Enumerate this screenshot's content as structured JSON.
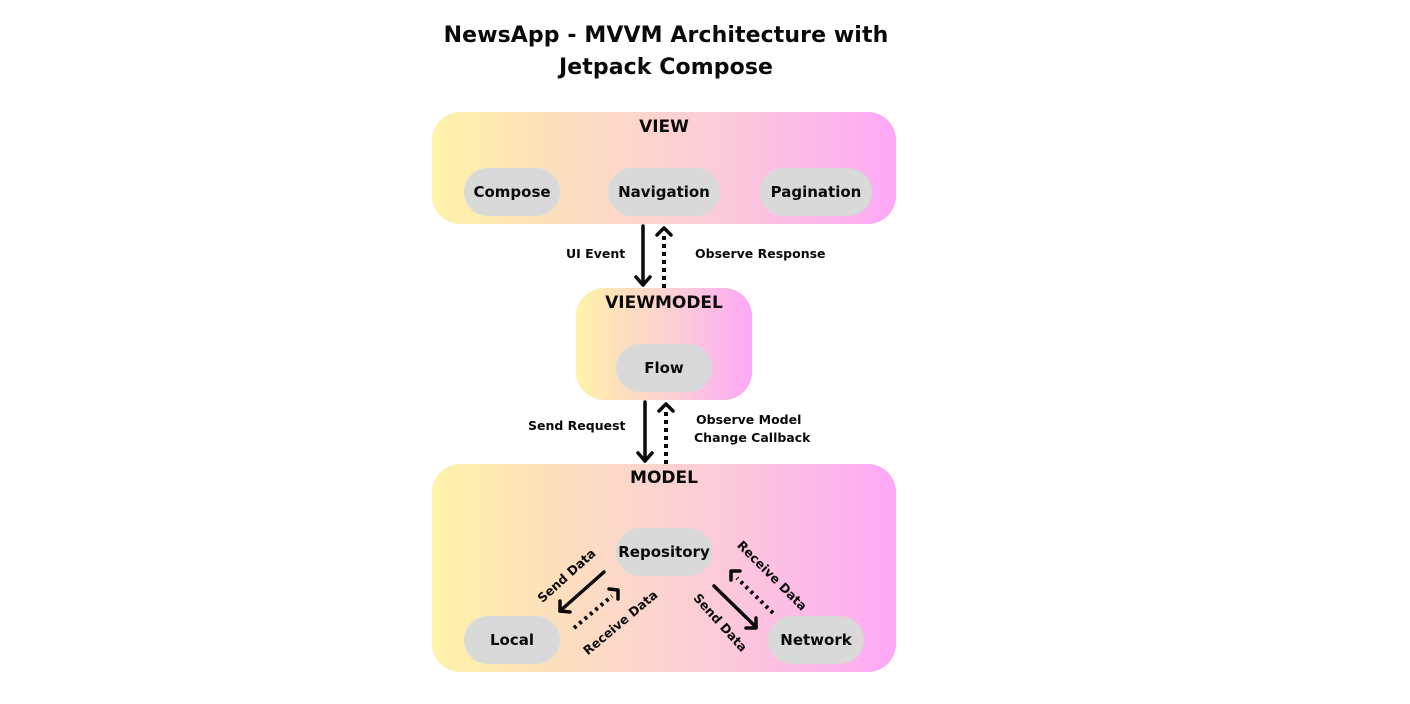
{
  "title": {
    "line1": "NewsApp - MVVM Architecture  with",
    "line2": "Jetpack Compose"
  },
  "layers": {
    "view": {
      "title": "VIEW",
      "components": [
        "Compose",
        "Navigation",
        "Pagination"
      ]
    },
    "viewmodel": {
      "title": "VIEWMODEL",
      "components": [
        "Flow"
      ]
    },
    "model": {
      "title": "MODEL",
      "components": {
        "repository": "Repository",
        "local": "Local",
        "network": "Network"
      }
    }
  },
  "edges": {
    "view_to_viewmodel": "UI Event",
    "viewmodel_to_view": "Observe Response",
    "viewmodel_to_model": "Send Request",
    "model_to_viewmodel_line1": "Observe Model",
    "model_to_viewmodel_line2": "Change Callback",
    "repo_to_local": "Send Data",
    "local_to_repo": "Receive Data",
    "repo_to_network": "Send Data",
    "network_to_repo": "Receive Data"
  },
  "colors": {
    "gradient_start": "#fff3a9",
    "gradient_end": "#fda8f6",
    "pill": "#d9d9d9",
    "ink": "#0a0a0a"
  }
}
